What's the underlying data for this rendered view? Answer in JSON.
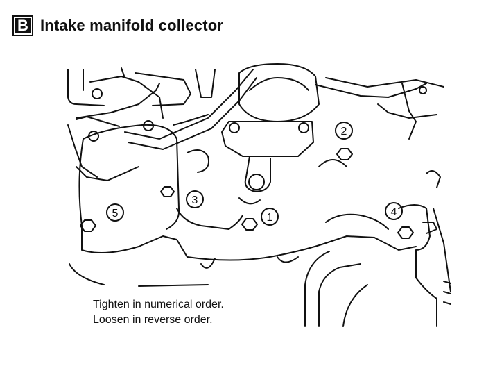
{
  "header": {
    "badge": "B",
    "title": "Intake manifold collector"
  },
  "bolts": [
    {
      "label": "1"
    },
    {
      "label": "2"
    },
    {
      "label": "3"
    },
    {
      "label": "4"
    },
    {
      "label": "5"
    }
  ],
  "instructions": [
    "Tighten in numerical order.",
    "Loosen in reverse order."
  ]
}
